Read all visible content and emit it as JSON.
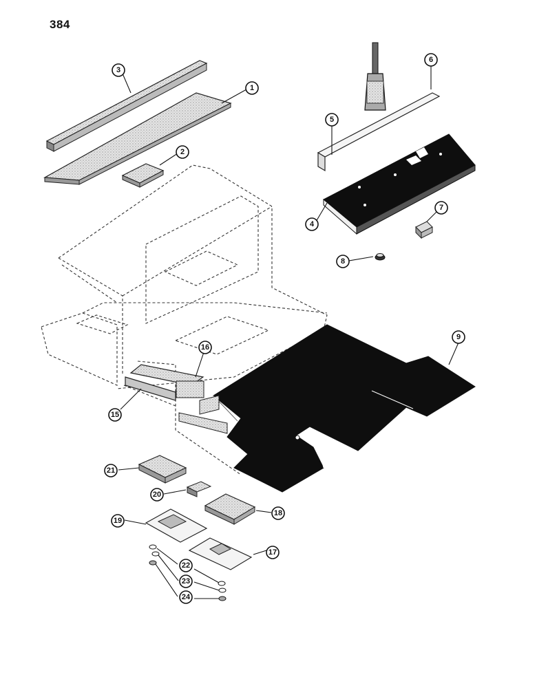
{
  "page_number": "384",
  "callouts": [
    {
      "label": "1"
    },
    {
      "label": "2"
    },
    {
      "label": "3"
    },
    {
      "label": "4"
    },
    {
      "label": "5"
    },
    {
      "label": "6"
    },
    {
      "label": "7"
    },
    {
      "label": "8"
    },
    {
      "label": "9"
    },
    {
      "label": "15"
    },
    {
      "label": "16"
    },
    {
      "label": "17"
    },
    {
      "label": "18"
    },
    {
      "label": "19"
    },
    {
      "label": "20"
    },
    {
      "label": "21"
    },
    {
      "label": "22"
    },
    {
      "label": "23"
    },
    {
      "label": "24"
    }
  ],
  "colors": {
    "ink": "#111111",
    "part_fill": "#0e0e0e",
    "foam": "#d9d9d9"
  }
}
